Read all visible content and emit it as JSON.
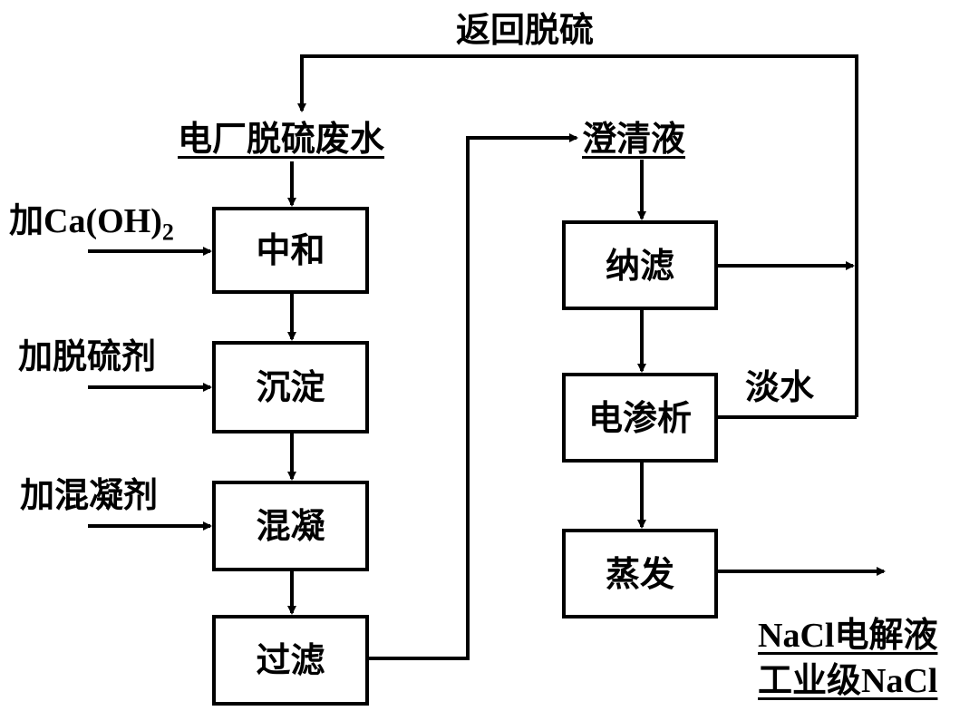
{
  "diagram": {
    "type": "process-flowchart",
    "loop_label": "返回脱硫",
    "source": "电厂脱硫废水",
    "clarified_liquid": "澄清液",
    "left_column": {
      "steps": [
        {
          "id": "neutralize",
          "label": "中和",
          "input": "加Ca(OH)",
          "input_subscript": "2"
        },
        {
          "id": "precipitate",
          "label": "沉淀",
          "input": "加脱硫剂"
        },
        {
          "id": "coagulate",
          "label": "混凝",
          "input": "加混凝剂"
        },
        {
          "id": "filter",
          "label": "过滤"
        }
      ]
    },
    "right_column": {
      "steps": [
        {
          "id": "nanofiltration",
          "label": "纳滤"
        },
        {
          "id": "electrodialysis",
          "label": "电渗析"
        },
        {
          "id": "evaporation",
          "label": "蒸发"
        }
      ]
    },
    "fresh_water_label": "淡水",
    "outputs": [
      "NaCl电解液",
      "工业级NaCl"
    ]
  }
}
